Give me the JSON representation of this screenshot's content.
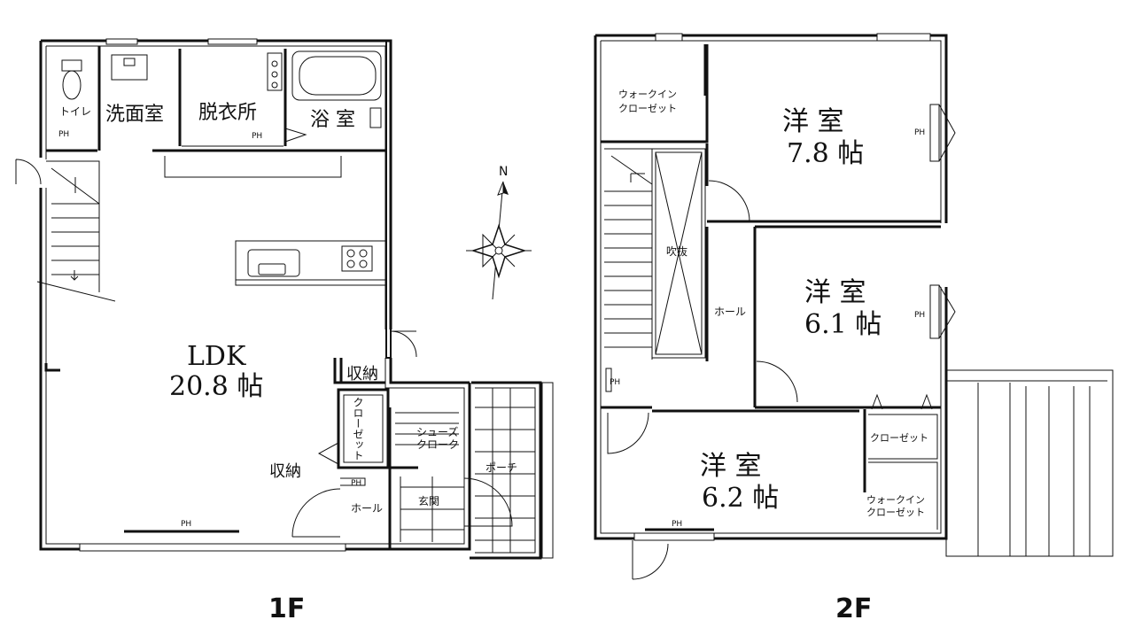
{
  "floors": [
    {
      "label": "1F",
      "rooms": {
        "toilet": "トイレ",
        "washroom": "洗面室",
        "dressing": "脱衣所",
        "bath": "浴 室",
        "ldk_name": "LDK",
        "ldk_size": "20.8 帖",
        "storage1": "収納",
        "storage2": "収納",
        "closet_v": "クローゼット",
        "shoes_1": "シューズ",
        "shoes_2": "クローク",
        "entrance": "玄関",
        "hall": "ホール",
        "porch": "ポーチ"
      },
      "ph": [
        "PH",
        "PH",
        "PH",
        "PH"
      ]
    },
    {
      "label": "2F",
      "rooms": {
        "wic1_1": "ウォークイン",
        "wic1_2": "クローゼット",
        "room1_name": "洋 室",
        "room1_size": "7.8 帖",
        "fukinuke": "吹抜",
        "hall": "ホール",
        "room2_name": "洋 室",
        "room2_size": "6.1 帖",
        "closet": "クローゼット",
        "room3_name": "洋 室",
        "room3_size": "6.2 帖",
        "wic2_1": "ウォークイン",
        "wic2_2": "クローゼット"
      },
      "ph": [
        "PH",
        "PH",
        "PH",
        "PH"
      ]
    }
  ],
  "compass": {
    "north": "N",
    "icon": "compass-rose-icon"
  }
}
